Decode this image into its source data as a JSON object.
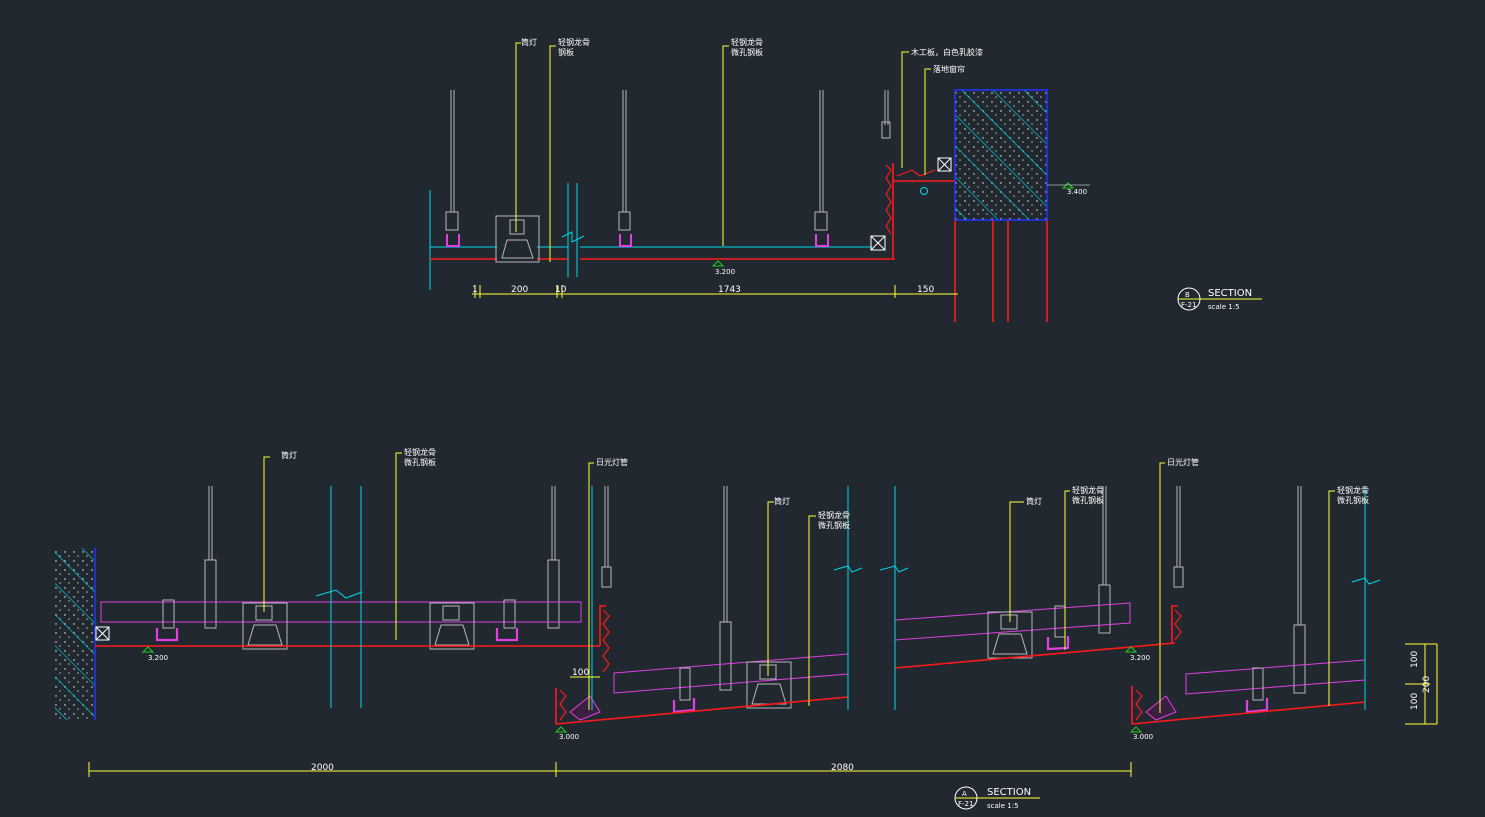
{
  "colors": {
    "background": "#212830",
    "cyan": "#00d8e8",
    "red": "#ff1a1a",
    "yellow": "#ffff33",
    "magenta": "#e040e0",
    "grey": "#b8b8b8",
    "white": "#ffffff",
    "blue": "#2233ff",
    "green": "#22cc22"
  },
  "section_b": {
    "labels": {
      "downlight": "筒灯",
      "keel_line1": "轻钢龙骨",
      "keel_line2": "钢板",
      "keel2_line1": "轻钢龙骨",
      "keel2_line2": "微孔钢板",
      "wood_line1": "木工板，白色乳胶漆",
      "wood_line2": "落地窗帘"
    },
    "levels": {
      "ceiling": "3.200",
      "top": "3.400"
    },
    "dims": [
      "1",
      "200",
      "10",
      "1743",
      "150"
    ],
    "tag": {
      "letter": "B",
      "sheet": "F-21",
      "title": "SECTION",
      "scale": "scale  1:5"
    }
  },
  "section_a": {
    "labels": {
      "downlight1": "筒灯",
      "keel1_line1": "轻钢龙骨",
      "keel1_line2": "微孔钢板",
      "fluor1": "日光灯管",
      "downlight2": "筒灯",
      "keel2_line1": "轻钢龙骨",
      "keel2_line2": "微孔钢板",
      "downlight3": "筒灯",
      "keel3_line1": "轻钢龙骨",
      "keel3_line2": "微孔钢板",
      "fluor2": "日光灯管",
      "keel4_line1": "轻钢龙骨",
      "keel4_line2": "微孔钢板"
    },
    "levels": {
      "l1": "3.200",
      "l2": "3.000",
      "l3": "3.200",
      "l4": "3.000"
    },
    "dims": {
      "d100": "100",
      "v100a": "100",
      "v100b": "100",
      "v200": "200",
      "h2000": "2000",
      "h2080": "2080"
    },
    "tag": {
      "letter": "A",
      "sheet": "F-21",
      "title": "SECTION",
      "scale": "scale  1:5"
    }
  }
}
